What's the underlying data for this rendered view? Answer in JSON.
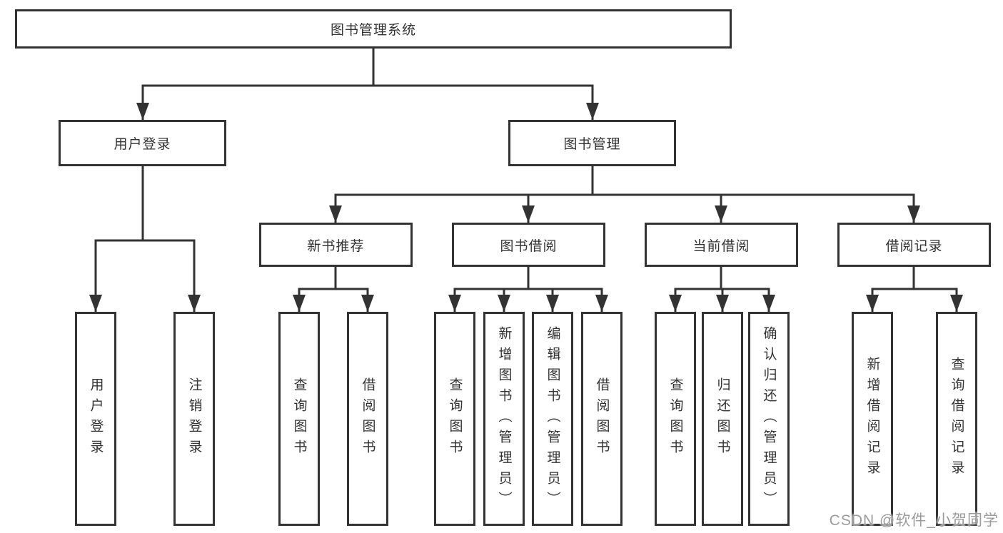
{
  "diagram": {
    "title": "图书管理系统",
    "watermark": "CSDN @软件_小贺同学",
    "colors": {
      "line": "#333333",
      "text": "#333333",
      "background": "#ffffff",
      "watermark": "#9b9b9b"
    },
    "root": {
      "label": "图书管理系统",
      "children": [
        {
          "label": "用户登录",
          "children": [
            {
              "label": "用户登录"
            },
            {
              "label": "注销登录"
            }
          ]
        },
        {
          "label": "图书管理",
          "children": [
            {
              "label": "新书推荐",
              "children": [
                {
                  "label": "查询图书"
                },
                {
                  "label": "借阅图书"
                }
              ]
            },
            {
              "label": "图书借阅",
              "children": [
                {
                  "label": "查询图书"
                },
                {
                  "label": "新增图书（管理员）"
                },
                {
                  "label": "编辑图书（管理员）"
                },
                {
                  "label": "借阅图书"
                }
              ]
            },
            {
              "label": "当前借阅",
              "children": [
                {
                  "label": "查询图书"
                },
                {
                  "label": "归还图书"
                },
                {
                  "label": "确认归还（管理员）"
                }
              ]
            },
            {
              "label": "借阅记录",
              "children": [
                {
                  "label": "新增借阅记录"
                },
                {
                  "label": "查询借阅记录"
                }
              ]
            }
          ]
        }
      ]
    }
  }
}
